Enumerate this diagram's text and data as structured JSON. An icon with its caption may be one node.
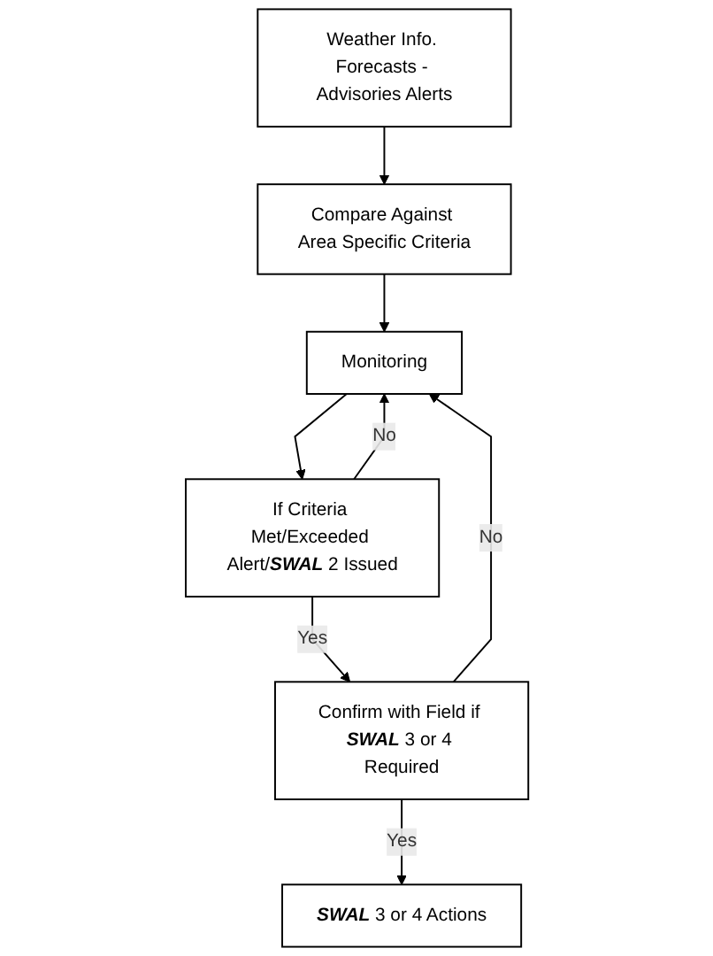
{
  "diagram": {
    "nodes": [
      {
        "text": [
          "Weather Info. Forecasts - Advisories Alerts"
        ]
      },
      {
        "text": [
          "Compare Against Area Specific Criteria"
        ]
      },
      {
        "text": [
          "Monitoring"
        ]
      },
      {
        "text": [
          "If Criteria Met/Exceeded Alert/**SWAL** 2 Issued"
        ]
      },
      {
        "text": [
          "Confirm with Field if **SWAL** 3 or 4 Required"
        ]
      },
      {
        "text": [
          "**SWAL** 3 or 4 Actions"
        ]
      }
    ],
    "edges": [
      {
        "from": 0,
        "to": 1,
        "arrow": "to"
      },
      {
        "from": 1,
        "to": 2,
        "arrow": "to"
      },
      {
        "from": 2,
        "to": 3,
        "arrow": "to"
      },
      {
        "from": 3,
        "to": 2,
        "arrow": "to",
        "label": "No"
      },
      {
        "from": 3,
        "to": 4,
        "arrow": "to",
        "label": "Yes"
      },
      {
        "from": 4,
        "to": 2,
        "arrow": "to",
        "label": "No"
      },
      {
        "from": 4,
        "to": 5,
        "arrow": "to",
        "label": "Yes"
      }
    ]
  }
}
